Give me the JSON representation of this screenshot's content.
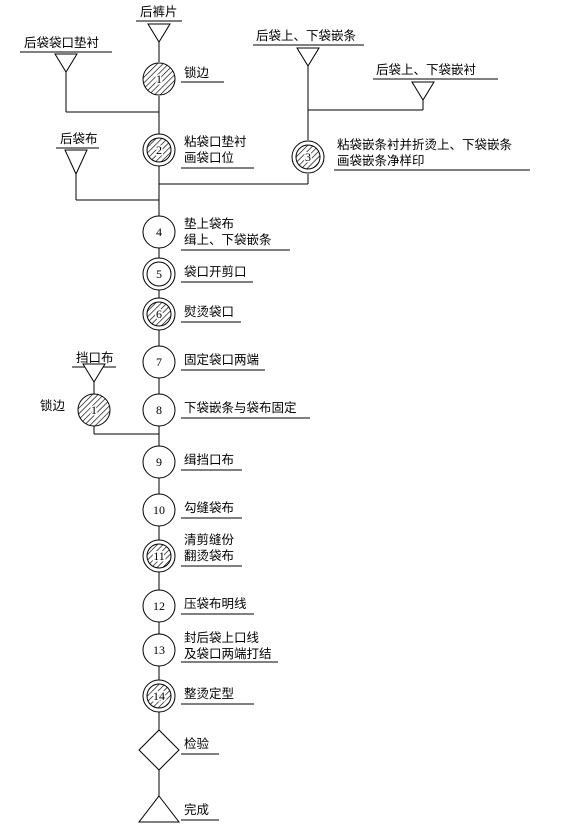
{
  "materials": {
    "back_panel": "后裤片",
    "pocket_lining": "后袋袋口垫衬",
    "welt_strip": "后袋上、下袋嵌条",
    "welt_lining": "后袋上、下袋嵌衬",
    "pocket_cloth": "后袋布",
    "flap_cloth": "挡口布"
  },
  "steps": {
    "s1": {
      "num": "1",
      "label": "锁边"
    },
    "s2": {
      "num": "2",
      "line1": "粘袋口垫衬",
      "line2": "画袋口位"
    },
    "s3": {
      "num": "3",
      "line1": "粘袋嵌条衬并折烫上、下袋嵌条",
      "line2": "画袋嵌条净样印"
    },
    "s4": {
      "num": "4",
      "line1": "垫上袋布",
      "line2": "缉上、下袋嵌条"
    },
    "s5": {
      "num": "5",
      "label": "袋口开剪口"
    },
    "s6": {
      "num": "6",
      "label": "熨烫袋口"
    },
    "s7": {
      "num": "7",
      "label": "固定袋口两端"
    },
    "s8": {
      "num": "8",
      "label": "下袋嵌条与袋布固定"
    },
    "s9": {
      "num": "9",
      "label": "缉挡口布"
    },
    "s10": {
      "num": "10",
      "label": "勾缝袋布"
    },
    "s11": {
      "num": "11",
      "line1": "清剪缝份",
      "line2": "翻烫袋布"
    },
    "s12": {
      "num": "12",
      "label": "压袋布明线"
    },
    "s13": {
      "num": "13",
      "line1": "封后袋上口线",
      "line2": "及袋口两端打结"
    },
    "s14": {
      "num": "14",
      "label": "整烫定型"
    },
    "side1": {
      "num": "1",
      "label": "锁边"
    }
  },
  "inspection": "检验",
  "finish": "完成"
}
